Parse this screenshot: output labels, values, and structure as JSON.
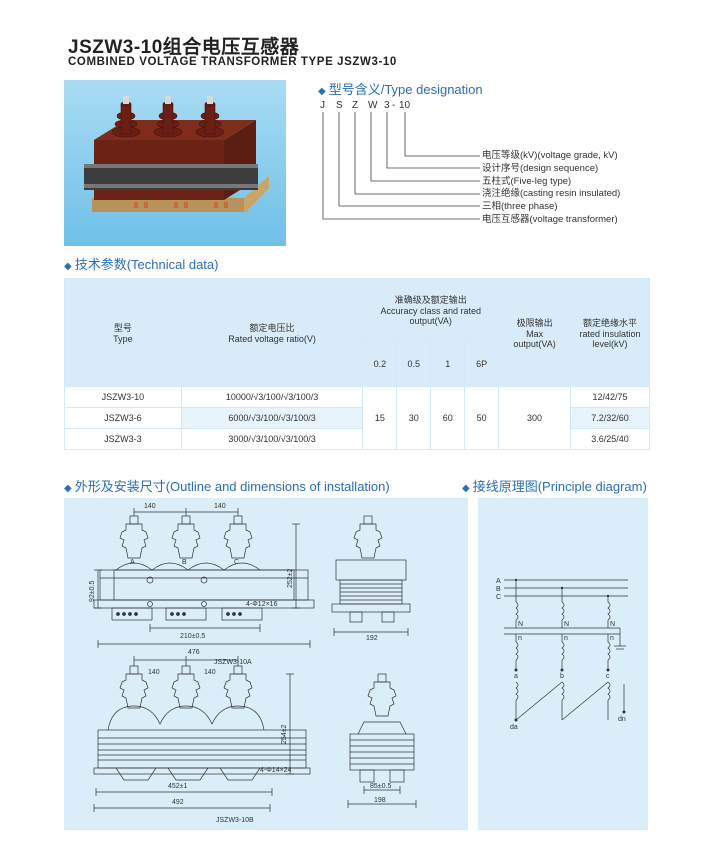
{
  "title_cn": "JSZW3-10组合电压互感器",
  "title_en": "COMBINED VOLTAGE TRANSFORMER TYPE JSZW3-10",
  "type_designation": {
    "heading": "型号含义/Type designation",
    "letters": [
      "J",
      "S",
      "Z",
      "W",
      "3",
      "-",
      "10"
    ],
    "items": [
      "电压等级(kV)(voltage grade, kV)",
      "设计序号(design sequence)",
      "五柱式(Five-leg type)",
      "浇注绝缘(casting resin insulated)",
      "三相(three phase)",
      "电压互感器(voltage transformer)"
    ]
  },
  "technical_data": {
    "heading": "技术参数(Technical data)",
    "col_type_cn": "型号",
    "col_type_en": "Type",
    "col_ratio_cn": "额定电压比",
    "col_ratio_en": "Rated voltage ratio(V)",
    "col_accuracy_cn": "准确级及额定输出",
    "col_accuracy_en": "Accuracy class and rated output(VA)",
    "accuracy_classes": [
      "0.2",
      "0.5",
      "1",
      "6P"
    ],
    "col_max_cn": "极限输出",
    "col_max_en1": "Max",
    "col_max_en2": "output(VA)",
    "col_ins_cn": "额定绝缘水平",
    "col_ins_en": "rated insulation level(kV)",
    "rows": [
      {
        "type": "JSZW3-10",
        "ratio": "10000/√3/100/√3/100/3",
        "insulation": "12/42/75"
      },
      {
        "type": "JSZW3-6",
        "ratio": "6000/√3/100/√3/100/3",
        "insulation": "7.2/32/60"
      },
      {
        "type": "JSZW3-3",
        "ratio": "3000/√3/100/√3/100/3",
        "insulation": "3.6/25/40"
      }
    ],
    "outputs": [
      "15",
      "30",
      "60",
      "50"
    ],
    "max_output": "300"
  },
  "outline": {
    "heading": "外形及安装尺寸(Outline and dimensions of installation)",
    "a_labels": {
      "pitch1": "140",
      "pitch2": "140",
      "height": "252±2",
      "side": "92±0.5",
      "hole": "4-Φ12×16",
      "span": "210±0.5",
      "length": "476",
      "depth": "192",
      "caption": "JSZW3-10A"
    },
    "b_labels": {
      "pitch1": "140",
      "pitch2": "140",
      "height": "254±2",
      "hole": "4-Φ14×24",
      "span": "452±1",
      "length": "492",
      "foot": "85±0.5",
      "depth": "198",
      "caption": "JSZW3-10B"
    },
    "phase_labels": [
      "A",
      "B",
      "C"
    ]
  },
  "principle": {
    "heading": "接线原理图(Principle diagram)",
    "bus_labels": [
      "A",
      "B",
      "C"
    ],
    "n_labels": [
      "N",
      "N",
      "N"
    ],
    "n_labels_2": [
      "n",
      "n",
      "n"
    ],
    "out_labels": [
      "a",
      "b",
      "c"
    ],
    "open_labels": [
      "da",
      "dn"
    ]
  },
  "colors": {
    "accent": "#2a6fb5",
    "panel": "#d9eef9",
    "photo_bg": "#80c8ec"
  }
}
